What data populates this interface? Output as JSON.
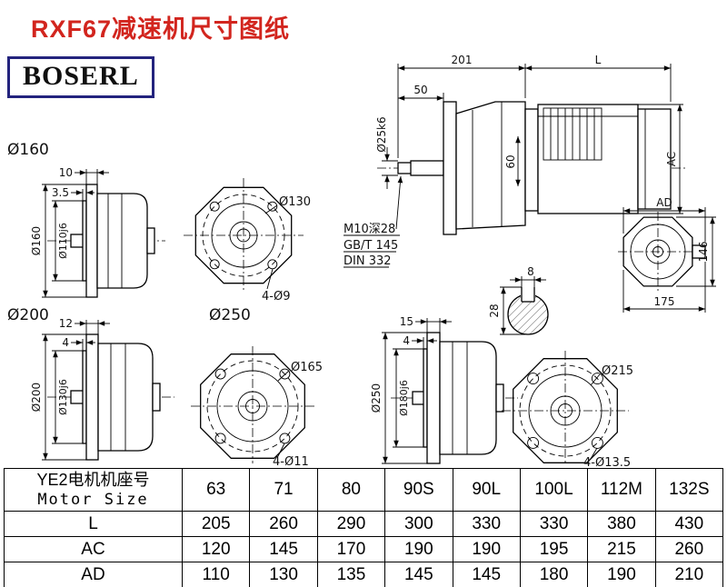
{
  "page": {
    "title": "RXF67减速机尺寸图纸",
    "logo_text": "BOSERL"
  },
  "colors": {
    "title_red": "#d2251e",
    "logo_border": "#23237d",
    "line_black": "#000000"
  },
  "drawings": {
    "flange160": {
      "label": "Ø160",
      "dim_top1": "10",
      "dim_top2": "3.5",
      "dim_outer": "Ø160",
      "dim_inner": "Ø110j6"
    },
    "front130": {
      "dim_circle": "Ø130",
      "dim_holes": "4-Ø9"
    },
    "main_view": {
      "dim_201": "201",
      "dim_L": "L",
      "dim_50": "50",
      "dim_shaft": "Ø25k6",
      "dim_60": "60",
      "dim_AC": "AC",
      "note1": "M10深28",
      "note2": "GB/T 145",
      "note3": "DIN 332"
    },
    "key_section": {
      "dim_width": "8",
      "dim_height": "28"
    },
    "output_view": {
      "dim_AD": "AD",
      "dim_146": "146",
      "dim_175": "175"
    },
    "flange200": {
      "label": "Ø200",
      "dim_top1": "12",
      "dim_top2": "4",
      "dim_outer": "Ø200",
      "dim_inner": "Ø130j6"
    },
    "front165": {
      "dim_circle": "Ø165",
      "dim_holes": "4-Ø11"
    },
    "flange250": {
      "label": "Ø250",
      "dim_top1": "15",
      "dim_top2": "4",
      "dim_outer": "Ø250",
      "dim_inner": "Ø180j6"
    },
    "front215": {
      "dim_circle": "Ø215",
      "dim_holes": "4-Ø13.5"
    }
  },
  "table": {
    "header_cn": "YE2电机机座号",
    "header_en": "Motor Size",
    "columns": [
      "63",
      "71",
      "80",
      "90S",
      "90L",
      "100L",
      "112M",
      "132S"
    ],
    "rows": [
      {
        "label": "L",
        "values": [
          "205",
          "260",
          "290",
          "300",
          "330",
          "330",
          "380",
          "430"
        ]
      },
      {
        "label": "AC",
        "values": [
          "120",
          "145",
          "170",
          "190",
          "190",
          "195",
          "215",
          "260"
        ]
      },
      {
        "label": "AD",
        "values": [
          "110",
          "130",
          "135",
          "145",
          "145",
          "180",
          "190",
          "210"
        ]
      }
    ]
  }
}
